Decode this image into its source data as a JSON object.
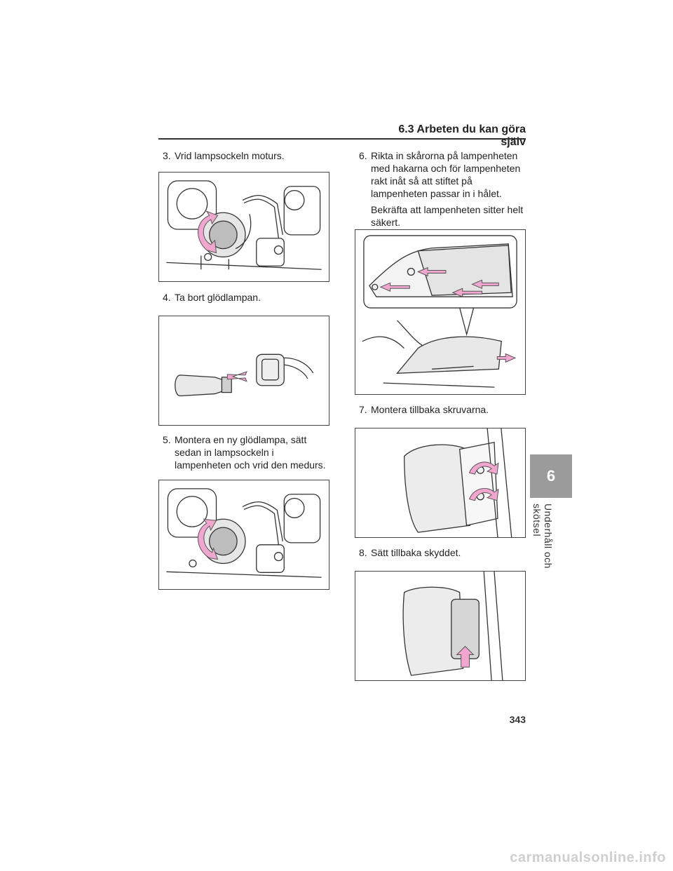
{
  "header": {
    "section_title": "6.3 Arbeten du kan göra själv"
  },
  "steps": {
    "s3": {
      "num": "3.",
      "text": "Vrid lampsockeln moturs."
    },
    "s4": {
      "num": "4.",
      "text": "Ta bort glödlampan."
    },
    "s5": {
      "num": "5.",
      "text": "Montera en ny glödlampa, sätt sedan in lampsockeln i lampenheten och vrid den medurs."
    },
    "s6": {
      "num": "6.",
      "text": "Rikta in skårorna på lampenheten med hakarna och för lampenheten rakt inåt så att stiftet på lampenheten passar in i hålet.",
      "text2": "Bekräfta att lampenheten sitter helt säkert."
    },
    "s7": {
      "num": "7.",
      "text": "Montera tillbaka skruvarna."
    },
    "s8": {
      "num": "8.",
      "text": "Sätt tillbaka skyddet."
    }
  },
  "side_tab": {
    "number": "6",
    "label": "Underhåll och skötsel"
  },
  "page_number": "343",
  "watermark": "carmanualsonline.info",
  "colors": {
    "arrow_pink": "#f0a6cf",
    "tab_gray": "#9b9b9b"
  }
}
